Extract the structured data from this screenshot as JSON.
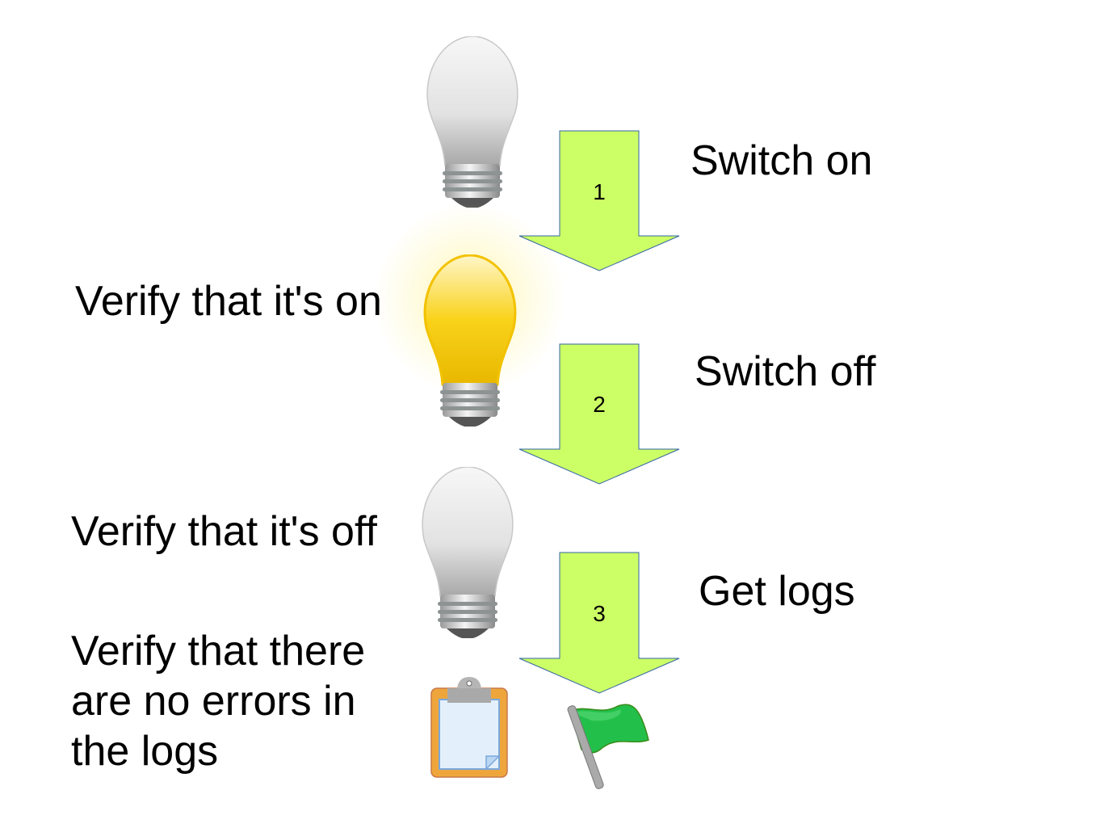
{
  "steps": [
    {
      "number": "1",
      "action": "Switch on"
    },
    {
      "number": "2",
      "action": "Switch off"
    },
    {
      "number": "3",
      "action": "Get logs"
    }
  ],
  "verifications": [
    "Verify that it's on",
    "Verify that it's off",
    "Verify that there are no errors in the logs"
  ],
  "icons": [
    "lightbulb-off-icon",
    "lightbulb-on-icon",
    "lightbulb-off-icon",
    "clipboard-icon",
    "green-flag-icon"
  ],
  "colors": {
    "arrow_fill": "#ccff66",
    "arrow_stroke": "#3465a4",
    "flag": "#22c04a",
    "bulb_on": "#f5c400"
  }
}
